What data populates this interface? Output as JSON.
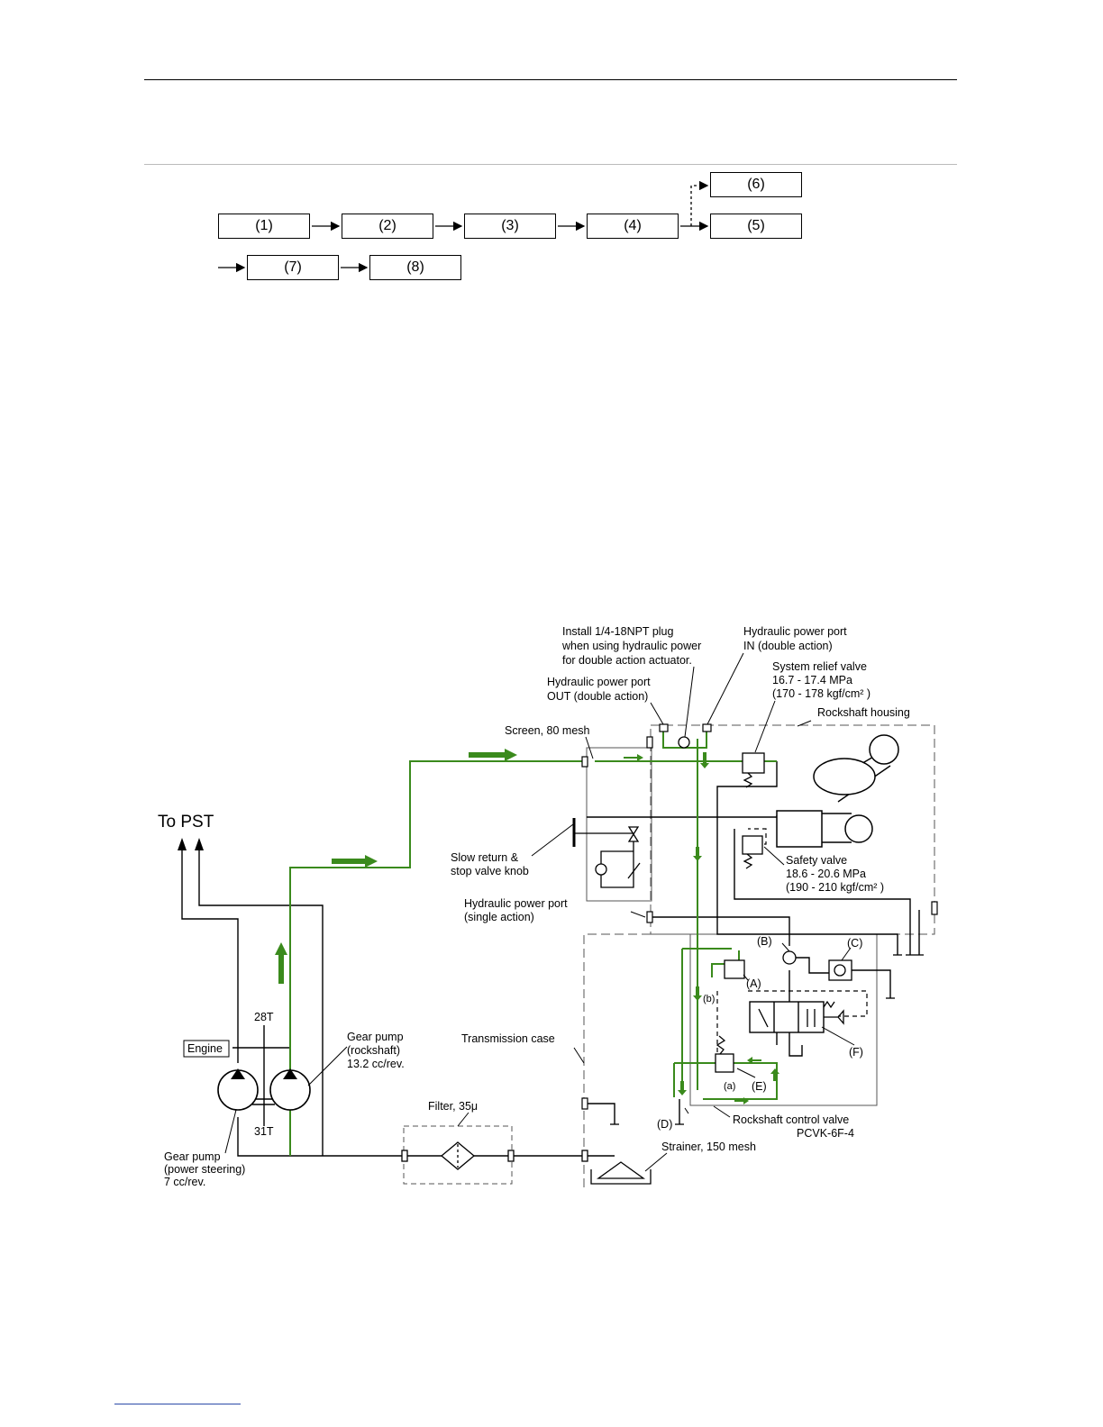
{
  "flowchart": {
    "steps": [
      "(1)",
      "(2)",
      "(3)",
      "(4)",
      "(5)",
      "(6)",
      "(7)",
      "(8)"
    ]
  },
  "diagram": {
    "labels": {
      "to_pst": "To PST",
      "install_plug_1": "Install 1/4-18NPT plug",
      "install_plug_2": "when using hydraulic power",
      "install_plug_3": "for double action actuator.",
      "power_in_1": "Hydraulic power port",
      "power_in_2": "IN (double action)",
      "power_out_1": "Hydraulic power port",
      "power_out_2": "OUT (double action)",
      "relief_1": "System relief valve",
      "relief_2": "16.7 - 17.4 MPa",
      "relief_3": "(170 - 178 kgf/cm² )",
      "rockshaft_housing": "Rockshaft housing",
      "screen": "Screen, 80 mesh",
      "slow_return_1": "Slow return &",
      "slow_return_2": "stop valve knob",
      "safety_1": "Safety valve",
      "safety_2": "18.6 - 20.6 MPa",
      "safety_3": "(190 - 210 kgf/cm² )",
      "power_single_1": "Hydraulic power port",
      "power_single_2": "(single action)",
      "mark_b_upper": "(B)",
      "mark_c": "(C)",
      "mark_a_upper": "(A)",
      "mark_b_lower": "(b)",
      "mark_f": "(F)",
      "mark_a_lower": "(a)",
      "mark_e": "(E)",
      "mark_d": "(D)",
      "teeth_28": "28T",
      "teeth_31": "31T",
      "engine": "Engine",
      "gear_pump_rs_1": "Gear pump",
      "gear_pump_rs_2": "(rockshaft)",
      "gear_pump_rs_3": "13.2 cc/rev.",
      "transmission_case": "Transmission case",
      "filter": "Filter, 35μ",
      "control_valve_1": "Rockshaft control valve",
      "control_valve_2": "PCVK-6F-4",
      "strainer": "Strainer, 150 mesh",
      "gear_pump_ps_1": "Gear pump",
      "gear_pump_ps_2": "(power steering)",
      "gear_pump_ps_3": "7 cc/rev."
    },
    "colors": {
      "pressure_line": "#3a8a1c",
      "line": "#000000"
    }
  }
}
